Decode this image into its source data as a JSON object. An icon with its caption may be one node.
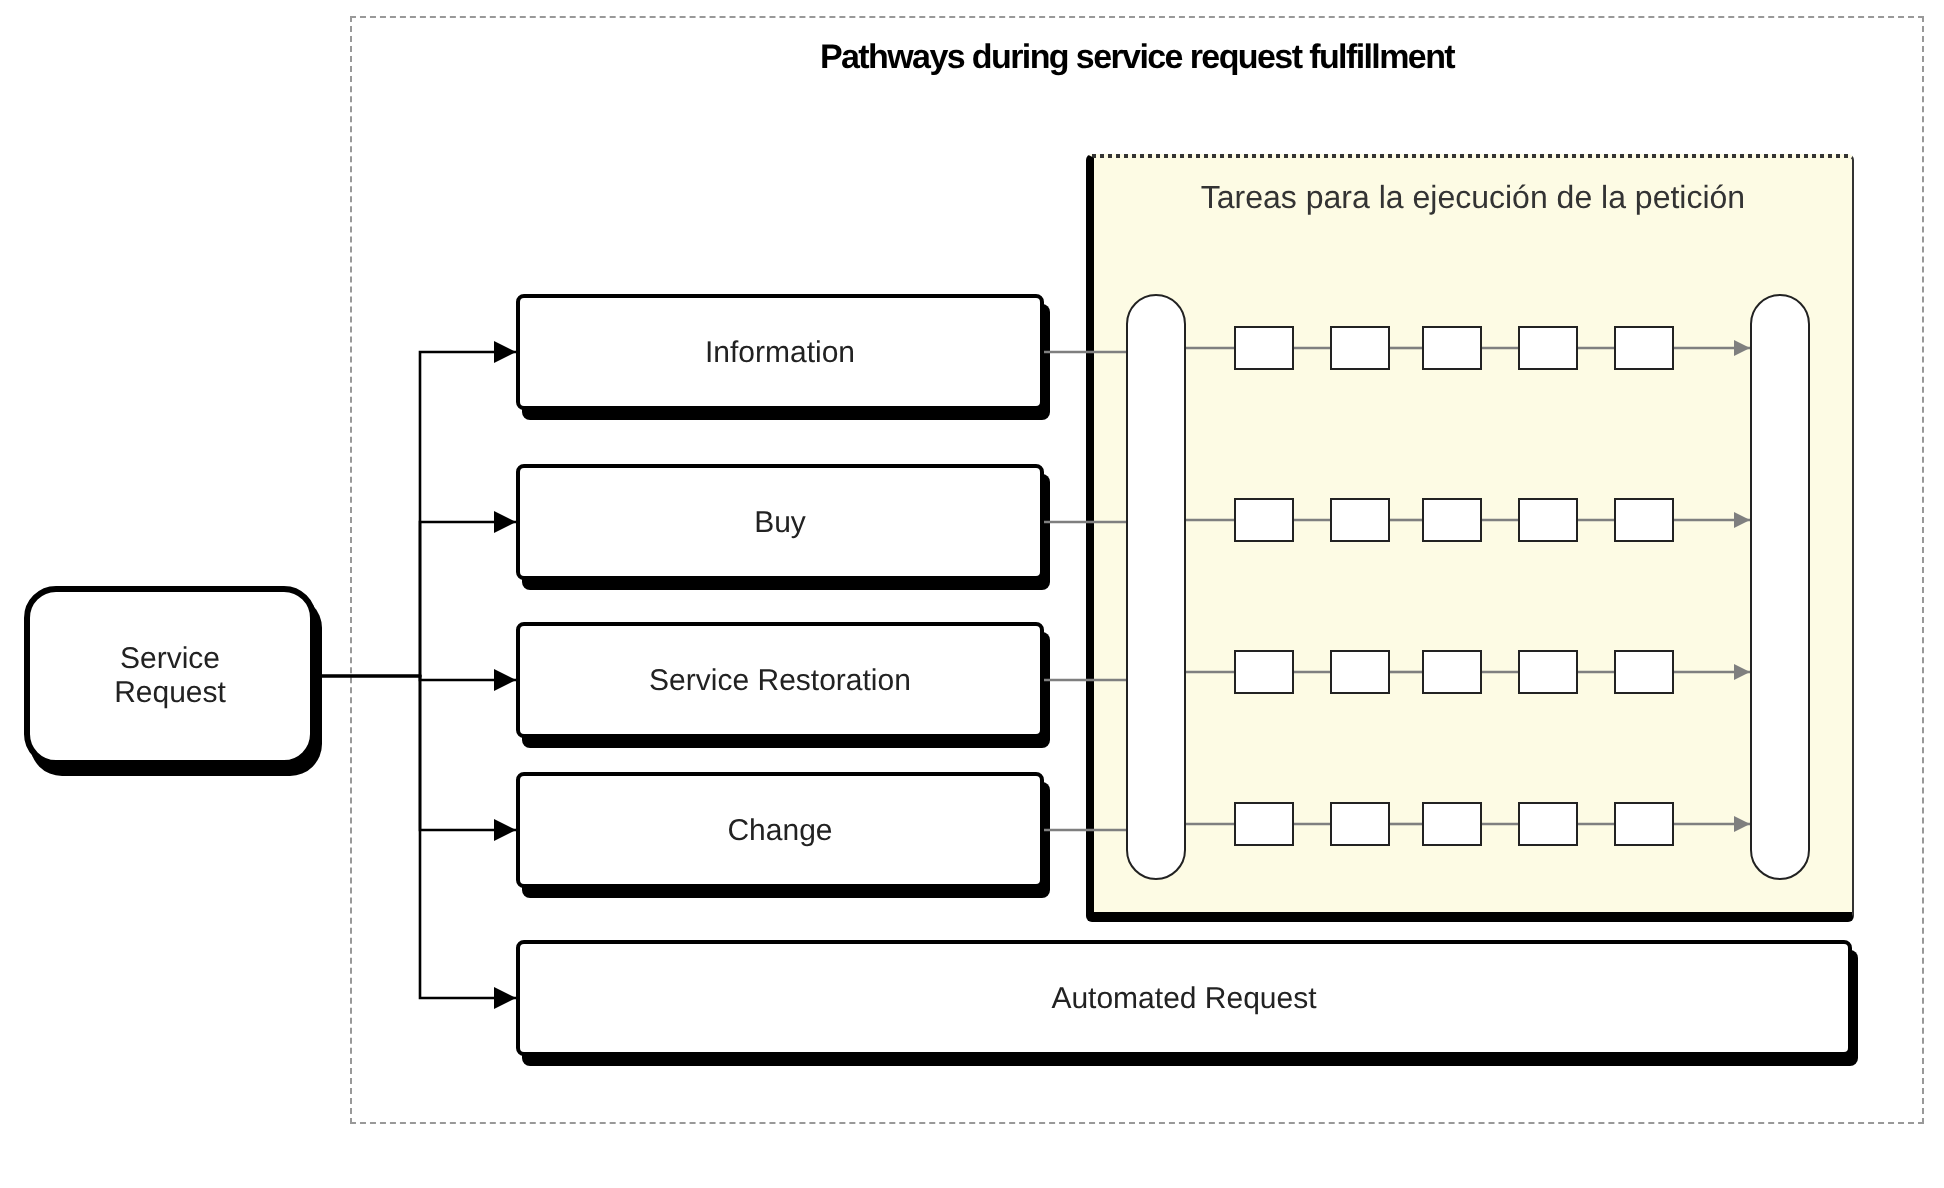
{
  "diagram": {
    "nodes": [
      {
        "text": [
          "Pathways during service request fulfillment"
        ]
      },
      {
        "text": [
          "Service Request"
        ]
      },
      {
        "text": [
          "Information"
        ],
        "in": 0
      },
      {
        "text": [
          "Buy"
        ],
        "in": 0
      },
      {
        "text": [
          "Service Restoration"
        ],
        "in": 0
      },
      {
        "text": [
          "Change"
        ],
        "in": 0
      },
      {
        "text": [
          "Automated Request"
        ],
        "in": 0
      },
      {
        "text": [
          "Tareas para la ejecución de la petición"
        ],
        "in": 0
      },
      {
        "text": [],
        "shape": "capsule",
        "in": 7
      },
      {
        "text": [],
        "shape": "capsule",
        "in": 7
      },
      {
        "text": [],
        "shape": "box",
        "in": 7
      },
      {
        "text": [],
        "shape": "box",
        "in": 7
      },
      {
        "text": [],
        "shape": "box",
        "in": 7
      },
      {
        "text": [],
        "shape": "box",
        "in": 7
      },
      {
        "text": [],
        "shape": "box",
        "in": 7
      },
      {
        "text": [],
        "shape": "box",
        "in": 7
      },
      {
        "text": [],
        "shape": "box",
        "in": 7
      },
      {
        "text": [],
        "shape": "box",
        "in": 7
      },
      {
        "text": [],
        "shape": "box",
        "in": 7
      },
      {
        "text": [],
        "shape": "box",
        "in": 7
      },
      {
        "text": [],
        "shape": "box",
        "in": 7
      },
      {
        "text": [],
        "shape": "box",
        "in": 7
      },
      {
        "text": [],
        "shape": "box",
        "in": 7
      },
      {
        "text": [],
        "shape": "box",
        "in": 7
      },
      {
        "text": [],
        "shape": "box",
        "in": 7
      },
      {
        "text": [],
        "shape": "box",
        "in": 7
      },
      {
        "text": [],
        "shape": "box",
        "in": 7
      },
      {
        "text": [],
        "shape": "box",
        "in": 7
      },
      {
        "text": [],
        "shape": "box",
        "in": 7
      },
      {
        "text": [],
        "shape": "box",
        "in": 7
      }
    ],
    "edges": [
      {
        "from": 1,
        "to": 2,
        "arrow": "to",
        "color": "#000000"
      },
      {
        "from": 1,
        "to": 3,
        "arrow": "to",
        "color": "#000000"
      },
      {
        "from": 1,
        "to": 4,
        "arrow": "to",
        "color": "#000000"
      },
      {
        "from": 1,
        "to": 5,
        "arrow": "to",
        "color": "#000000"
      },
      {
        "from": 1,
        "to": 6,
        "arrow": "to",
        "color": "#000000"
      },
      {
        "from": 2,
        "to": 8,
        "arrow": "none"
      },
      {
        "from": 3,
        "to": 8,
        "arrow": "none"
      },
      {
        "from": 4,
        "to": 8,
        "arrow": "none"
      },
      {
        "from": 5,
        "to": 8,
        "arrow": "none"
      },
      {
        "from": 8,
        "to": 10,
        "arrow": "none"
      },
      {
        "from": 10,
        "to": 11,
        "arrow": "none"
      },
      {
        "from": 11,
        "to": 12,
        "arrow": "none"
      },
      {
        "from": 12,
        "to": 13,
        "arrow": "none"
      },
      {
        "from": 13,
        "to": 14,
        "arrow": "none"
      },
      {
        "from": 14,
        "to": 9,
        "arrow": "to"
      },
      {
        "from": 8,
        "to": 15,
        "arrow": "none"
      },
      {
        "from": 15,
        "to": 16,
        "arrow": "none"
      },
      {
        "from": 16,
        "to": 17,
        "arrow": "none"
      },
      {
        "from": 17,
        "to": 18,
        "arrow": "none"
      },
      {
        "from": 18,
        "to": 19,
        "arrow": "none"
      },
      {
        "from": 19,
        "to": 9,
        "arrow": "to"
      },
      {
        "from": 8,
        "to": 20,
        "arrow": "none"
      },
      {
        "from": 20,
        "to": 21,
        "arrow": "none"
      },
      {
        "from": 21,
        "to": 22,
        "arrow": "none"
      },
      {
        "from": 22,
        "to": 23,
        "arrow": "none"
      },
      {
        "from": 23,
        "to": 24,
        "arrow": "none"
      },
      {
        "from": 24,
        "to": 9,
        "arrow": "to"
      },
      {
        "from": 8,
        "to": 25,
        "arrow": "none"
      },
      {
        "from": 25,
        "to": 26,
        "arrow": "none"
      },
      {
        "from": 26,
        "to": 27,
        "arrow": "none"
      },
      {
        "from": 27,
        "to": 28,
        "arrow": "none"
      },
      {
        "from": 28,
        "to": 29,
        "arrow": "none"
      },
      {
        "from": 29,
        "to": 9,
        "arrow": "to"
      }
    ]
  }
}
